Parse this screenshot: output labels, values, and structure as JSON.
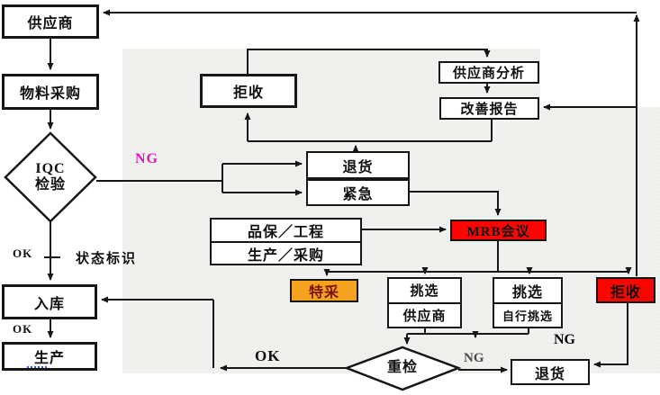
{
  "diagram": "IQC incoming quality control flowchart",
  "colors": {
    "reject_fill": "#fb0500",
    "special_fill": "#f5a31f",
    "special_text": "#7a1400",
    "ng_magenta": "#e911c6",
    "line": "#161616",
    "texture": "#e7e7e4"
  },
  "nodes": {
    "supplier": "供应商",
    "material_purchase": "物料采购",
    "iqc_line1": "IQC",
    "iqc_line2": "检验",
    "reject_top": "拒收",
    "supplier_analysis": "供应商分析",
    "improvement_report": "改善报告",
    "return_mid": "退货",
    "urgent": "紧急",
    "qa_engineering": "品保／工程",
    "production_purchasing": "生产／采购",
    "mrb_meeting": "MRB会议",
    "special_acceptance": "特采",
    "sorting1_title": "挑选",
    "sorting1_sub": "供应商",
    "sorting2_title": "挑选",
    "sorting2_sub": "自行挑选",
    "reject_right": "拒收",
    "warehouse": "入库",
    "production": "生产",
    "recheck": "重检",
    "return_bottom": "退货"
  },
  "edge_labels": {
    "ng_iqc": "NG",
    "ok_iqc": "OK",
    "status_marking": "状态标识",
    "ok_warehouse": "OK",
    "ok_recheck": "OK",
    "ng_recheck": "NG",
    "ng_reject_right": "NG"
  }
}
